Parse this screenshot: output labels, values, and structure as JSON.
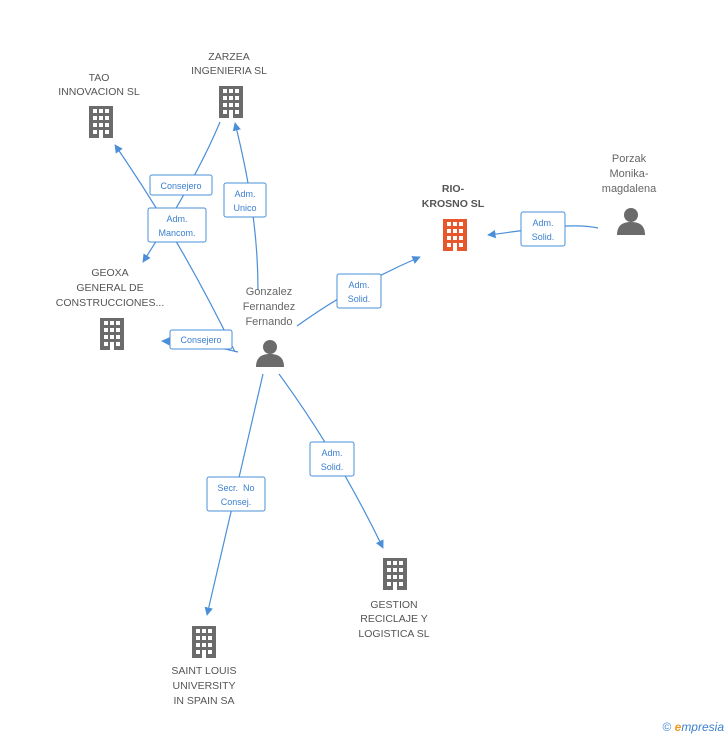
{
  "colors": {
    "edge": "#4a8fd8",
    "company": "#6b6b6b",
    "company_focus": "#e8572c",
    "person": "#6b6b6b"
  },
  "nodes": {
    "tao": {
      "lines": [
        "TAO",
        "INNOVACION SL"
      ],
      "icon": "building-icon"
    },
    "zarzea": {
      "lines": [
        "ZARZEA",
        "INGENIERIA SL"
      ],
      "icon": "building-icon"
    },
    "geoxa": {
      "lines": [
        "GEOXA",
        "GENERAL DE",
        "CONSTRUCCIONES..."
      ],
      "icon": "building-icon"
    },
    "rio": {
      "lines": [
        "RIO-",
        "KROSNO SL"
      ],
      "icon": "building-icon"
    },
    "porzak": {
      "lines": [
        "Porzak",
        "Monika-",
        "magdalena"
      ],
      "icon": "person-icon"
    },
    "gonzalez": {
      "lines": [
        "Gonzalez",
        "Fernandez",
        "Fernando"
      ],
      "icon": "person-icon"
    },
    "gestion": {
      "lines": [
        "GESTION",
        "RECICLAJE Y",
        "LOGISTICA SL"
      ],
      "icon": "building-icon"
    },
    "saint": {
      "lines": [
        "SAINT LOUIS",
        "UNIVERSITY",
        "IN SPAIN SA"
      ],
      "icon": "building-icon"
    }
  },
  "relations": [
    {
      "id": "consejero-tao",
      "lines": [
        "Consejero"
      ]
    },
    {
      "id": "adm-unico",
      "lines": [
        "Adm.",
        "Unico"
      ]
    },
    {
      "id": "adm-mancom",
      "lines": [
        "Adm.",
        "Mancom."
      ]
    },
    {
      "id": "adm-solid-rio",
      "lines": [
        "Adm.",
        "Solid."
      ]
    },
    {
      "id": "adm-solid-porzak",
      "lines": [
        "Adm.",
        "Solid."
      ]
    },
    {
      "id": "consejero-geoxa",
      "lines": [
        "Consejero"
      ]
    },
    {
      "id": "adm-solid-gestion",
      "lines": [
        "Adm.",
        "Solid."
      ]
    },
    {
      "id": "secr-no-consej",
      "lines": [
        "Secr.  No",
        "Consej."
      ]
    }
  ],
  "footer": {
    "copyright": "©",
    "brand_e": "e",
    "brand_rest": "mpresia"
  }
}
